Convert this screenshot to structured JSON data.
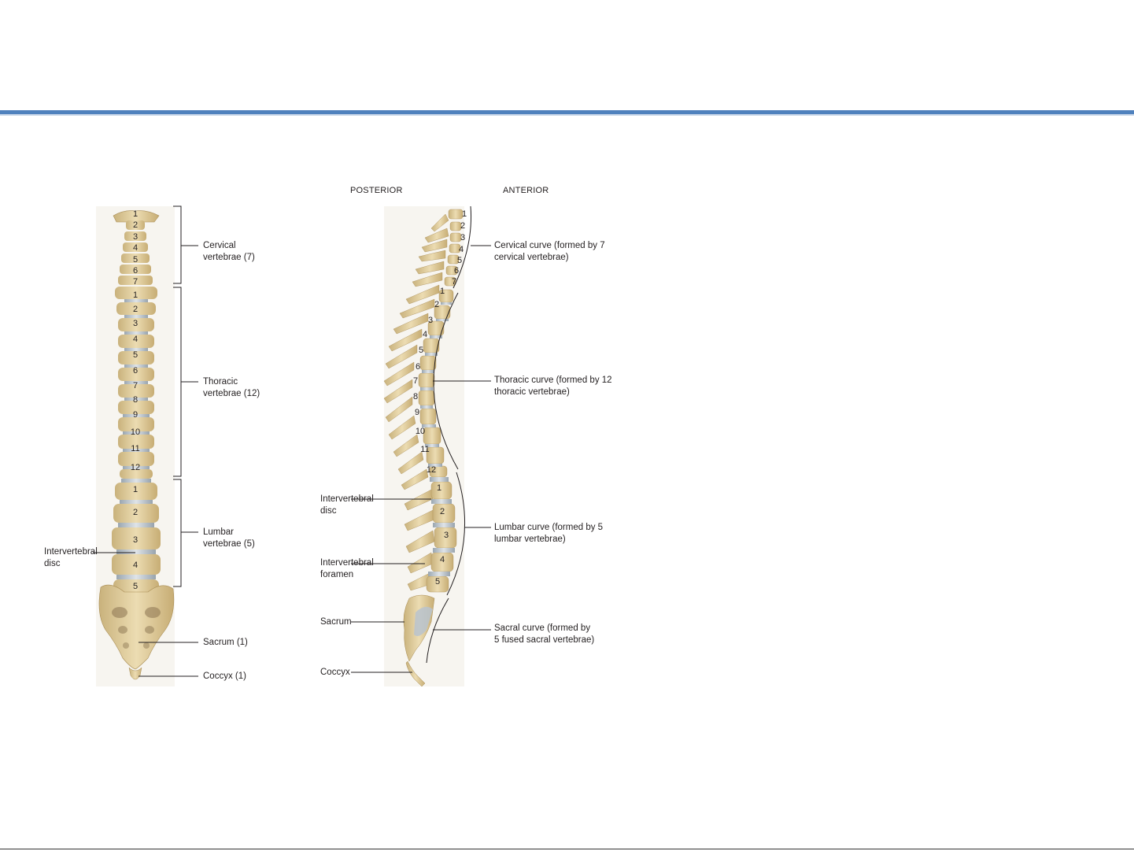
{
  "posterior_view": {
    "cervical_numbers": [
      "1",
      "2",
      "3",
      "4",
      "5",
      "6",
      "7"
    ],
    "thoracic_numbers": [
      "1",
      "2",
      "3",
      "4",
      "5",
      "6",
      "7",
      "8",
      "9",
      "10",
      "11",
      "12"
    ],
    "lumbar_numbers": [
      "1",
      "2",
      "3",
      "4",
      "5"
    ],
    "labels": {
      "cervical_line1": "Cervical",
      "cervical_line2": "vertebrae (7)",
      "thoracic_line1": "Thoracic",
      "thoracic_line2": "vertebrae (12)",
      "lumbar_line1": "Lumbar",
      "lumbar_line2": "vertebrae (5)",
      "disc_line1": "Intervertebral",
      "disc_line2": "disc",
      "sacrum": "Sacrum (1)",
      "coccyx": "Coccyx (1)"
    }
  },
  "lateral_view": {
    "heading_left": "POSTERIOR",
    "heading_right": "ANTERIOR",
    "cervical_numbers": [
      "1",
      "2",
      "3",
      "4",
      "5",
      "6",
      "7"
    ],
    "thoracic_numbers": [
      "1",
      "2",
      "3",
      "4",
      "5",
      "6",
      "7",
      "8",
      "9",
      "10",
      "11",
      "12"
    ],
    "lumbar_numbers": [
      "1",
      "2",
      "3",
      "4",
      "5"
    ],
    "labels": {
      "cervical_curve_line1": "Cervical curve (formed by 7",
      "cervical_curve_line2": "cervical vertebrae)",
      "thoracic_curve_line1": "Thoracic curve (formed by 12",
      "thoracic_curve_line2": "thoracic vertebrae)",
      "lumbar_curve_line1": "Lumbar curve (formed by 5",
      "lumbar_curve_line2": "lumbar vertebrae)",
      "sacral_curve_line1": "Sacral curve (formed by",
      "sacral_curve_line2": "5 fused sacral vertebrae)",
      "disc_line1": "Intervertebral",
      "disc_line2": "disc",
      "foramen_line1": "Intervertebral",
      "foramen_line2": "foramen",
      "sacrum": "Sacrum",
      "coccyx": "Coccyx"
    }
  },
  "colors": {
    "bone": "#e6d3a6",
    "bone_shadow": "#c9b27c",
    "disc": "#b7c0c8",
    "accent_rule": "#4f81bd"
  }
}
